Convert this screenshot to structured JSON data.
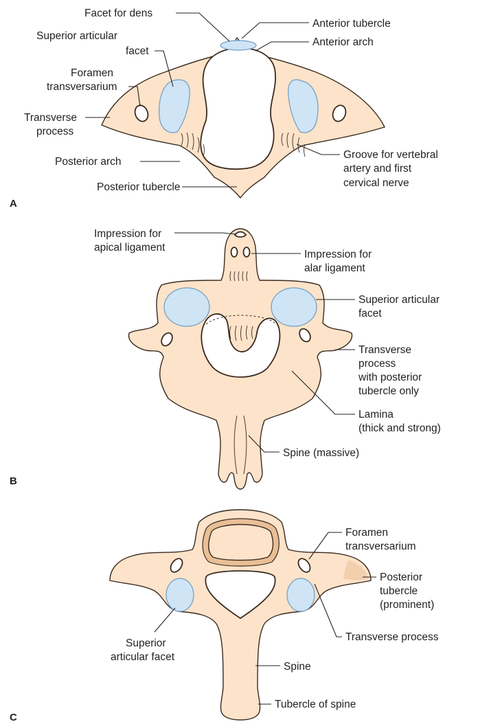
{
  "colors": {
    "bone": "#fce3c9",
    "bone_shade": "#e9bf96",
    "outline": "#3a2a1f",
    "facet": "#cfe4f4",
    "facet_edge": "#6e9cc4",
    "foramen": "#ffffff",
    "line": "#231f20"
  },
  "panels": [
    {
      "letter": "A",
      "labels": {
        "facet_for_dens": "Facet for dens",
        "anterior_tubercle": "Anterior tubercle",
        "anterior_arch": "Anterior arch",
        "superior_articular_facet_1": "Superior articular",
        "superior_articular_facet_2": "facet",
        "foramen_transversarium_1": "Foramen",
        "foramen_transversarium_2": "transversarium",
        "transverse_process_1": "Transverse",
        "transverse_process_2": "process",
        "posterior_arch": "Posterior arch",
        "posterior_tubercle": "Posterior tubercle",
        "groove_1": "Groove for vertebral",
        "groove_2": "artery and first",
        "groove_3": "cervical nerve"
      }
    },
    {
      "letter": "B",
      "labels": {
        "apical_1": "Impression for",
        "apical_2": "apical ligament",
        "alar_1": "Impression for",
        "alar_2": "alar ligament",
        "sup_facet_1": "Superior articular",
        "sup_facet_2": "facet",
        "transverse_1": "Transverse",
        "transverse_2": "process",
        "transverse_3": "with posterior",
        "transverse_4": "tubercle only",
        "lamina_1": "Lamina",
        "lamina_2": "(thick and strong)",
        "spine": "Spine (massive)"
      }
    },
    {
      "letter": "C",
      "labels": {
        "foramen_1": "Foramen",
        "foramen_2": "transversarium",
        "post_tub_1": "Posterior",
        "post_tub_2": "tubercle",
        "post_tub_3": "(prominent)",
        "transverse_process": "Transverse process",
        "sup_facet_1": "Superior",
        "sup_facet_2": "articular facet",
        "spine": "Spine",
        "tubercle_of_spine": "Tubercle of spine"
      }
    }
  ]
}
